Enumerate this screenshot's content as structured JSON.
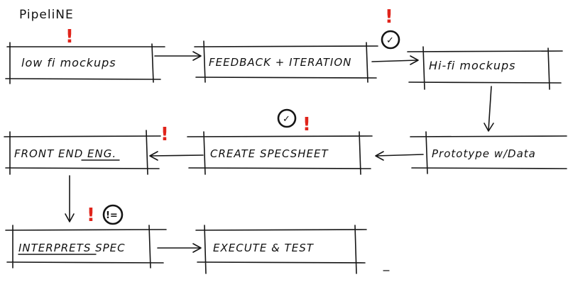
{
  "title": "PipeliNE",
  "nodes": {
    "lowfi": "low fi mockups",
    "feedback": "FEEDBACK + ITERATION",
    "hifi": "Hi-fi mockups",
    "prototype": "Prototype w/Data",
    "specsheet": "CREATE SPECSHEET",
    "frontend": "FRONT END ENG.",
    "interprets": "INTERPRETS SPEC",
    "execute": "EXECUTE & TEST"
  },
  "marks": {
    "exclaim": "!",
    "check": "✓",
    "not_equal": "!="
  },
  "colors": {
    "ink": "#151515",
    "alert": "#e0241b"
  }
}
